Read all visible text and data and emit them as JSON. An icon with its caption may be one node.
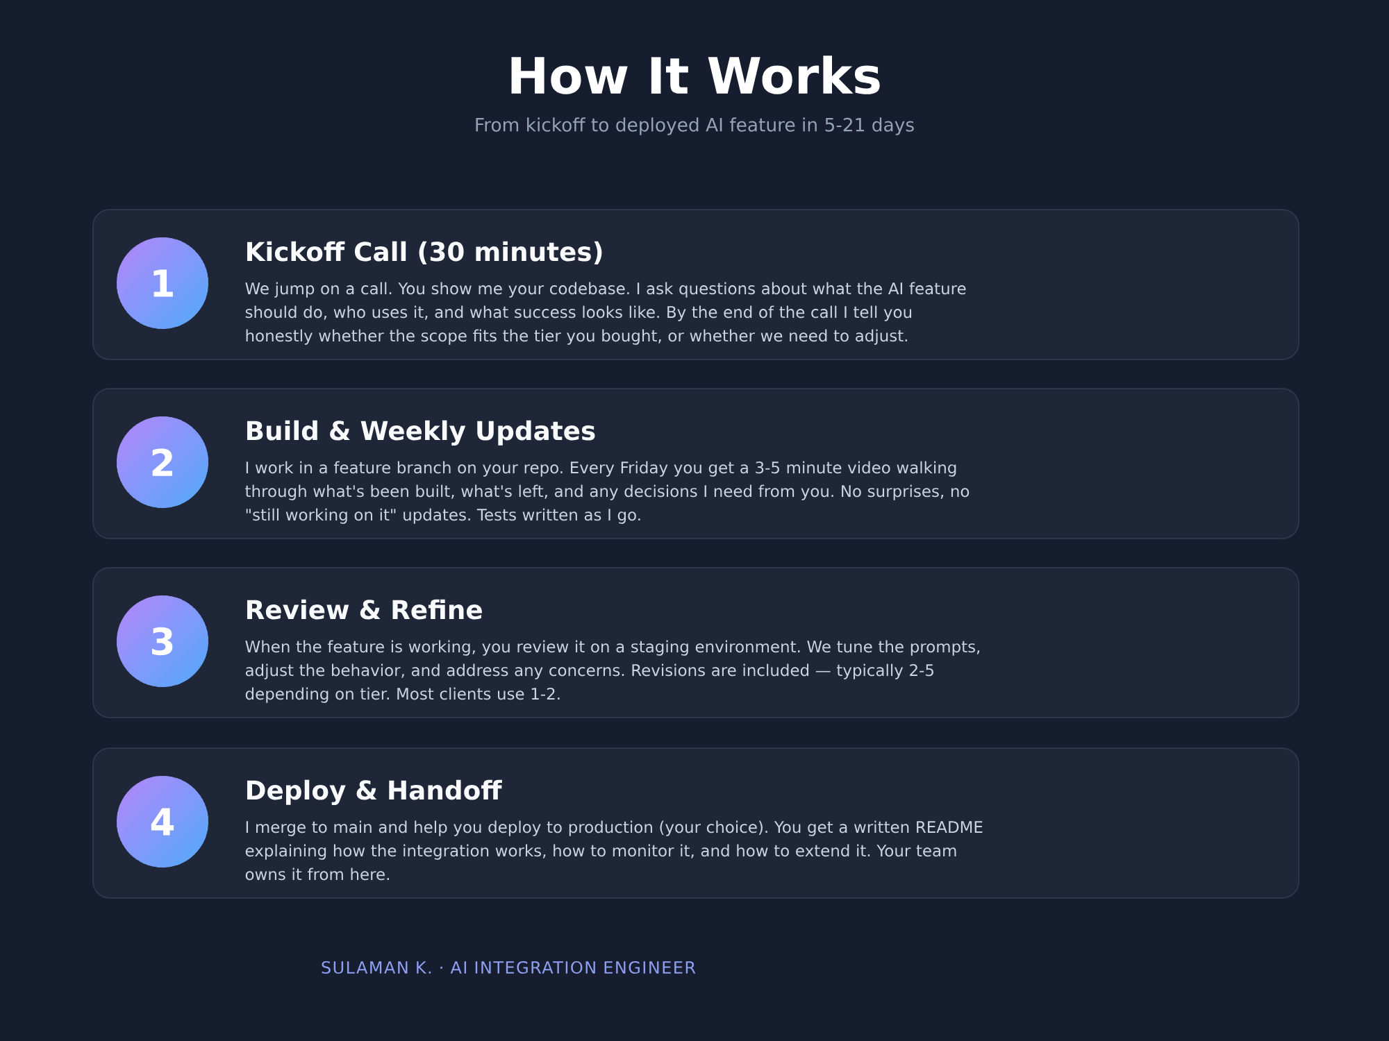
{
  "diagram": {
    "title": "How It Works",
    "nodes": [
      {
        "text": [
          "Kickoff Call (30 minutes)",
          "We jump on a call. You show me your codebase. I ask questions about what the AI feature should do, who uses it, and what success looks like. By the end of the call I tell you honestly whether the scope fits the tier you bought, or whether we need to adjust."
        ]
      },
      {
        "text": [
          "1"
        ],
        "in": 0
      },
      {
        "text": [
          "Build & Weekly Updates",
          "I work in a feature branch on your repo. Every Friday you get a 3-5 minute video walking through what's been built, what's left, and any decisions I need from you. No surprises, no \"still working on it\" updates. Tests written as I go."
        ]
      },
      {
        "text": [
          "2"
        ],
        "in": 2
      },
      {
        "text": [
          "Review & Refine",
          "When the feature is working, you review it on a staging environment. We tune the prompts, adjust the behavior, and address any concerns. Revisions are included — typically 2-5 depending on tier. Most clients use 1-2."
        ]
      },
      {
        "text": [
          "3"
        ],
        "in": 4
      },
      {
        "text": [
          "Deploy & Handoff",
          "I merge to main and help you deploy to production (your choice). You get a written README explaining how the integration works, how to monitor it, and how to extend it. Your team owns it from here."
        ]
      },
      {
        "text": [
          "4"
        ],
        "in": 6
      }
    ],
    "labels": [
      "From kickoff to deployed AI feature in 5-21 days",
      "SULAMAN K. · AI INTEGRATION ENGINEER"
    ]
  }
}
